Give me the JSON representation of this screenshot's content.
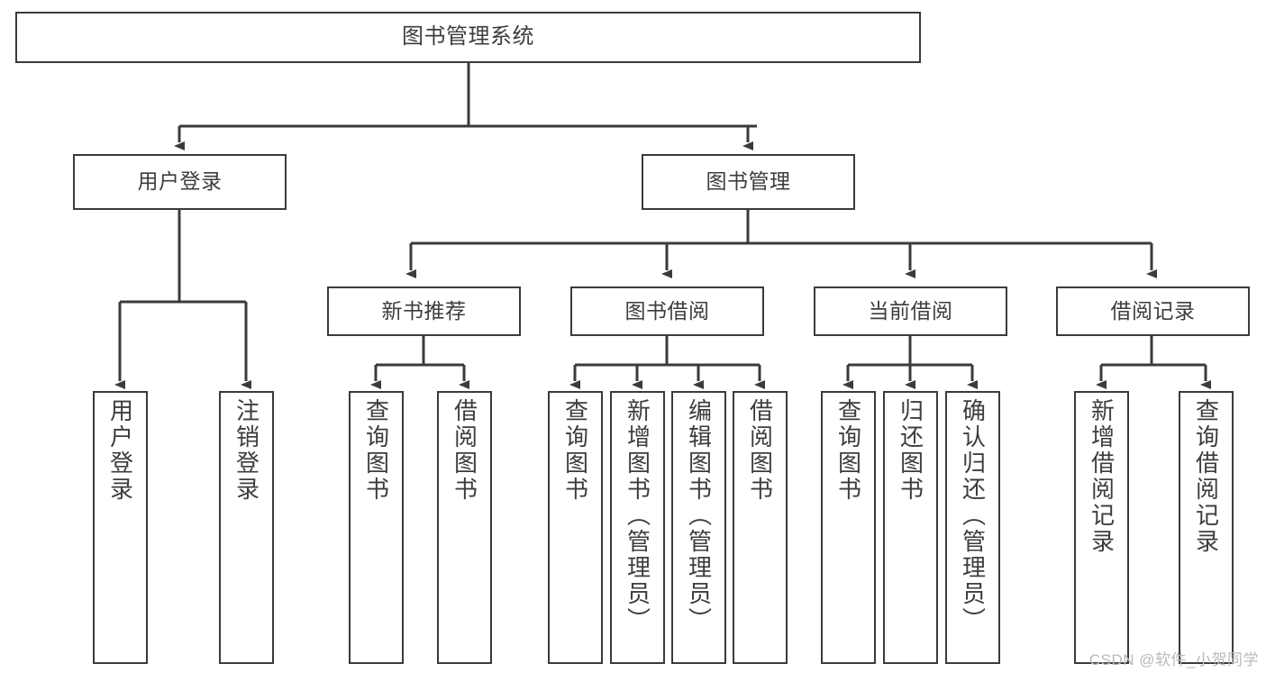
{
  "diagram": {
    "type": "tree-hierarchy-chart",
    "title": "图书管理系统",
    "colors": {
      "box_border": "#3b3b3b",
      "box_fill": "#ffffff",
      "edge": "#3b3b3b",
      "text": "#3d3d3d",
      "watermark": "#b9b9b9",
      "background": "#ffffff"
    },
    "watermark": "CSDN @软件_小贺同学",
    "root": {
      "label": "图书管理系统"
    },
    "level2": [
      {
        "label": "用户登录"
      },
      {
        "label": "图书管理"
      }
    ],
    "level3": [
      {
        "label": "新书推荐"
      },
      {
        "label": "图书借阅"
      },
      {
        "label": "当前借阅"
      },
      {
        "label": "借阅记录"
      }
    ],
    "leaves": {
      "user_login": [
        {
          "label": "用户登录"
        },
        {
          "label": "注销登录"
        }
      ],
      "new_book_recommend": [
        {
          "label": "查询图书"
        },
        {
          "label": "借阅图书"
        }
      ],
      "book_borrow": [
        {
          "label": "查询图书"
        },
        {
          "label": "新增图书（管理员）"
        },
        {
          "label": "编辑图书（管理员）"
        },
        {
          "label": "借阅图书"
        }
      ],
      "current_borrow": [
        {
          "label": "查询图书"
        },
        {
          "label": "归还图书"
        },
        {
          "label": "确认归还（管理员）"
        }
      ],
      "borrow_record": [
        {
          "label": "新增借阅记录"
        },
        {
          "label": "查询借阅记录"
        }
      ]
    }
  }
}
